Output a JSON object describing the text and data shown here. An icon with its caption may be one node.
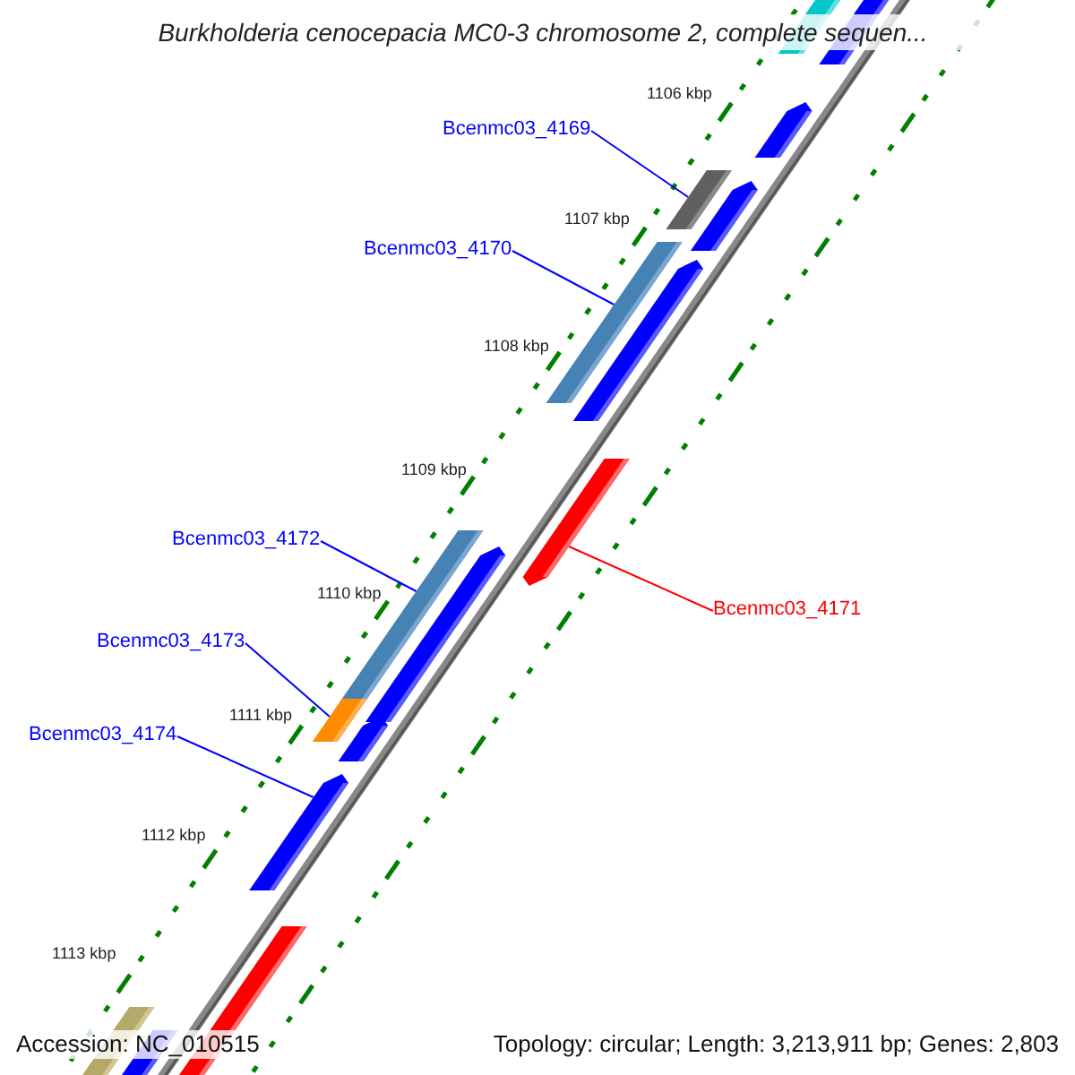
{
  "diagram": {
    "title": "Burkholderia cenocepacia MC0-3 chromosome 2, complete sequen...",
    "nodes": [
      {
        "text": [
          "Bcenmc03_4169"
        ]
      },
      {
        "text": [],
        "shape": "bar"
      },
      {
        "text": [
          "Bcenmc03_4170"
        ]
      },
      {
        "text": [],
        "shape": "bar"
      },
      {
        "text": [
          "Bcenmc03_4172"
        ]
      },
      {
        "text": [],
        "shape": "bar"
      },
      {
        "text": [
          "Bcenmc03_4171"
        ]
      },
      {
        "text": [],
        "shape": "bar"
      },
      {
        "text": [
          "Bcenmc03_4173"
        ]
      },
      {
        "text": [],
        "shape": "bar"
      },
      {
        "text": [
          "Bcenmc03_4174"
        ]
      },
      {
        "text": [],
        "shape": "bar"
      }
    ],
    "edges": [
      {
        "from": 0,
        "to": 1,
        "arrow": "none"
      },
      {
        "from": 2,
        "to": 3,
        "arrow": "none"
      },
      {
        "from": 4,
        "to": 5,
        "arrow": "none"
      },
      {
        "from": 6,
        "to": 7,
        "arrow": "none",
        "color": "#ff0000"
      },
      {
        "from": 8,
        "to": 9,
        "arrow": "none"
      },
      {
        "from": 10,
        "to": 11,
        "arrow": "none"
      }
    ],
    "labels": [
      "1106 kbp",
      "1107 kbp",
      "1108 kbp",
      "1109 kbp",
      "1110 kbp",
      "1111 kbp",
      "1112 kbp",
      "1113 kbp",
      "Accession: NC_010515",
      "Topology: circular; Length: 3,213,911 bp; Genes: 2,803"
    ]
  }
}
